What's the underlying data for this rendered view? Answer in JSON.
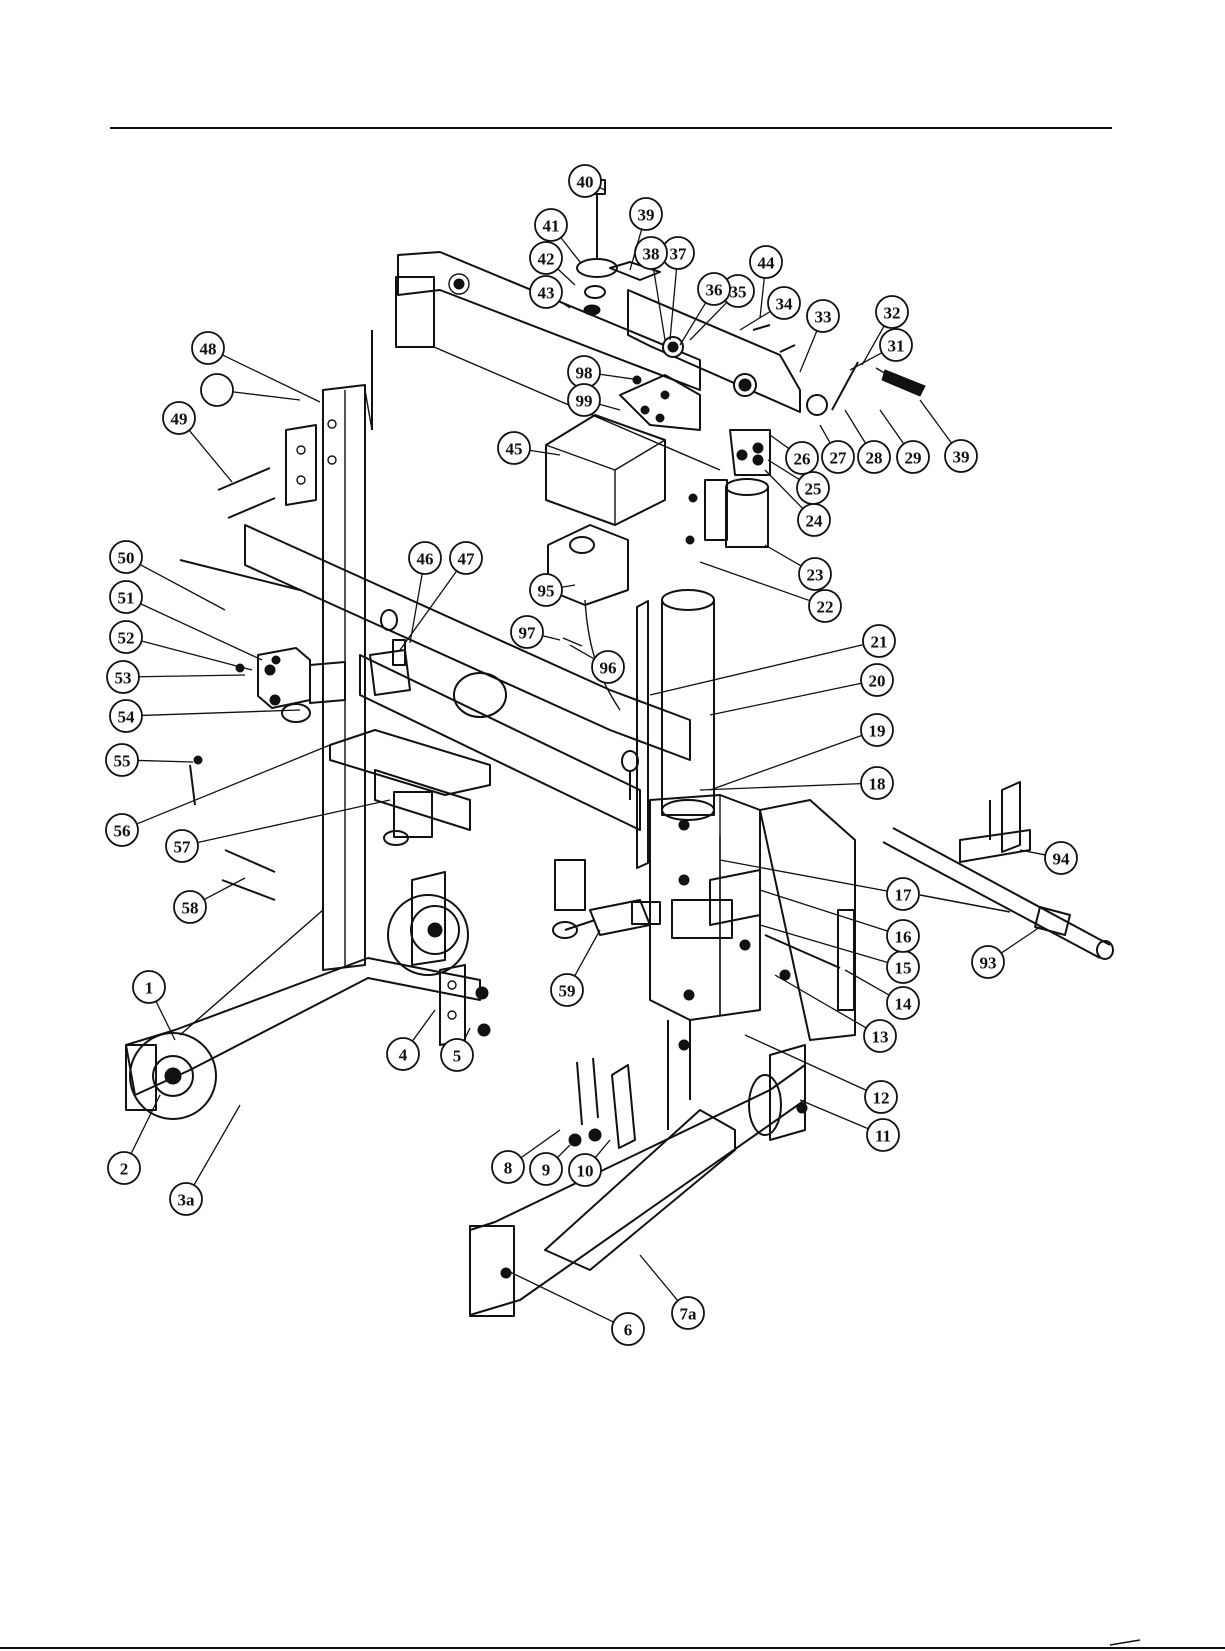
{
  "callouts": [
    "1",
    "2",
    "3a",
    "4",
    "5",
    "6",
    "7a",
    "8",
    "9",
    "10",
    "11",
    "12",
    "13",
    "14",
    "15",
    "16",
    "17",
    "18",
    "19",
    "20",
    "21",
    "22",
    "23",
    "24",
    "25",
    "26",
    "27",
    "28",
    "29",
    "31",
    "32",
    "33",
    "34",
    "35",
    "36",
    "37",
    "38",
    "39",
    "39",
    "40",
    "41",
    "42",
    "43",
    "44",
    "45",
    "46",
    "47",
    "48",
    "49",
    "50",
    "51",
    "52",
    "53",
    "54",
    "55",
    "56",
    "57",
    "58",
    "59",
    "93",
    "94",
    "95",
    "96",
    "97",
    "98",
    "99",
    ""
  ]
}
